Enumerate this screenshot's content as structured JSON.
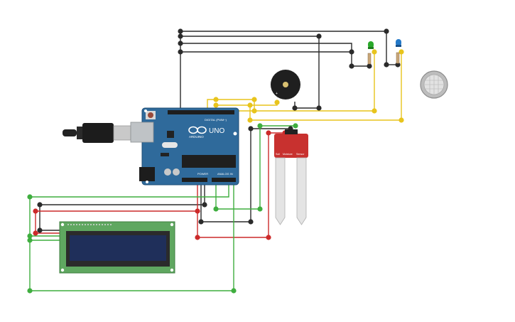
{
  "board": {
    "logo_text": "ARDUINO",
    "model": "UNO",
    "digital_header": "DIGITAL (PWM~)",
    "power_label": "POWER",
    "analog_label": "ANALOG IN",
    "color": "#2f6a9b"
  },
  "soil_sensor": {
    "label_left": "Soil",
    "label_mid": "Moisture",
    "label_right": "Sensor",
    "color": "#c8312f"
  },
  "lcd": {
    "screen_color": "#1f2f5a",
    "pcb_color": "#5fa760"
  },
  "wire_colors": {
    "black": "#2b2b2b",
    "green": "#3fae3f",
    "red": "#cc2a2a",
    "yellow": "#e8c41c"
  },
  "components": [
    "usb-cable",
    "arduino-uno",
    "piezo-buzzer",
    "green-led",
    "blue-led",
    "gas-sensor",
    "soil-moisture-sensor",
    "lcd-16x2"
  ]
}
